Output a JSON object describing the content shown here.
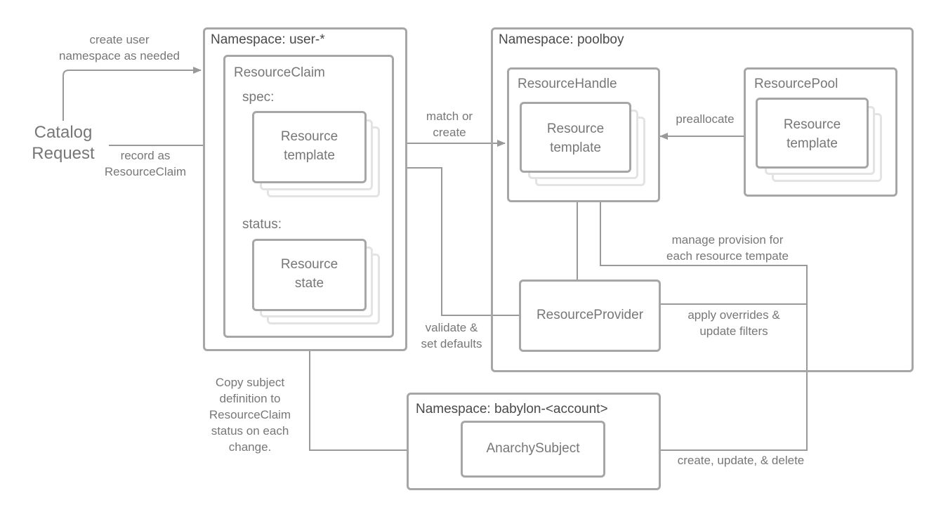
{
  "catalog_request": {
    "line1": "Catalog",
    "line2": "Request"
  },
  "namespaces": {
    "user": "Namespace: user-*",
    "poolboy": "Namespace: poolboy",
    "babylon": "Namespace: babylon-<account>"
  },
  "resource_claim": {
    "title": "ResourceClaim",
    "spec_label": "spec:",
    "status_label": "status:",
    "template": {
      "line1": "Resource",
      "line2": "template"
    },
    "state": {
      "line1": "Resource",
      "line2": "state"
    }
  },
  "resource_handle": {
    "title": "ResourceHandle",
    "template": {
      "line1": "Resource",
      "line2": "template"
    }
  },
  "resource_pool": {
    "title": "ResourcePool",
    "template": {
      "line1": "Resource",
      "line2": "template"
    }
  },
  "resource_provider": {
    "label": "ResourceProvider"
  },
  "anarchy_subject": {
    "label": "AnarchySubject"
  },
  "edge_labels": {
    "create_ns": {
      "line1": "create user",
      "line2": "namespace as needed"
    },
    "record_as": {
      "line1": "record as",
      "line2": "ResourceClaim"
    },
    "match_create": {
      "line1": "match or",
      "line2": "create"
    },
    "preallocate": "preallocate",
    "manage_provision": {
      "line1": "manage provision for",
      "line2": "each resource tempate"
    },
    "validate": {
      "line1": "validate &",
      "line2": "set defaults"
    },
    "apply_overrides": {
      "line1": "apply overrides &",
      "line2": "update filters"
    },
    "copy_subject": {
      "line1": "Copy subject",
      "line2": "definition to",
      "line3": "ResourceClaim",
      "line4": "status on each",
      "line5": "change."
    },
    "crud": "create, update, & delete"
  },
  "colors": {
    "line": "#999999",
    "border": "#a6a6a6",
    "stack_shadow": "#e3e3e3",
    "text": "#777777"
  }
}
